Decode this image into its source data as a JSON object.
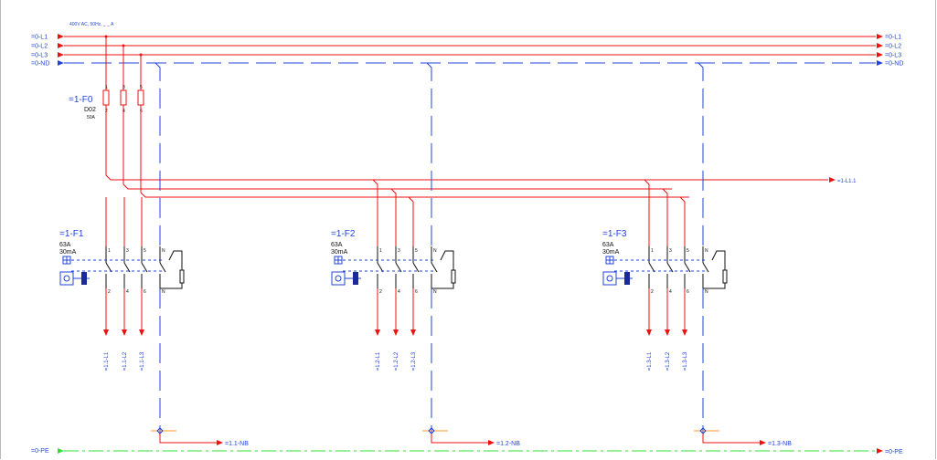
{
  "supply_label": "400V AC, 50Hz, _ _ A",
  "bus_labels_left": [
    "=0-L1",
    "=0-L2",
    "=0-L3",
    "=0-ND"
  ],
  "bus_labels_right": [
    "=0-L1",
    "=0-L2",
    "=0-L3",
    "=0-ND"
  ],
  "fuse": {
    "tag": "=1-F0",
    "type": "D02",
    "rating": "50A",
    "pins_top": [
      "1",
      "3",
      "5"
    ],
    "pins_bottom": [
      "2",
      "4",
      "6"
    ]
  },
  "crossref": "=1-L1.1",
  "rcds": [
    {
      "tag": "=1-F2",
      "rating": "63A",
      "sensitivity": "30mA",
      "pins_top": [
        "1",
        "3",
        "5",
        "N"
      ],
      "pins_bottom": [
        "2",
        "4",
        "6",
        "N"
      ],
      "outputs": [
        "=1.2-L1",
        "=1.2-L2",
        "=1.2-L3"
      ],
      "neutral_out": "=1.2-NB"
    },
    {
      "tag": "=1-F3",
      "rating": "63A",
      "sensitivity": "30mA",
      "pins_top": [
        "1",
        "3",
        "5",
        "N"
      ],
      "pins_bottom": [
        "2",
        "4",
        "6",
        "N"
      ],
      "outputs": [
        "=1.3-L1",
        "=1.3-L2",
        "=1.3-L3"
      ],
      "neutral_out": "=1.3-NB"
    },
    {
      "tag": "=1-F1",
      "rating": "63A",
      "sensitivity": "30mA",
      "pins_top": [
        "1",
        "3",
        "5",
        "N"
      ],
      "pins_bottom": [
        "2",
        "4",
        "6",
        "N"
      ],
      "outputs": [
        "=1.1-L1",
        "=1.1-L2",
        "=1.1-L3"
      ],
      "neutral_out": "=1.1-NB"
    }
  ],
  "pe": {
    "left": "=0-PE",
    "right": "=0-PE"
  },
  "colors": {
    "phase": "#ee1111",
    "neutral": "#2244dd",
    "pe": "#33dd33",
    "mechanical": "#2244dd",
    "terminal": "#ff9933"
  }
}
